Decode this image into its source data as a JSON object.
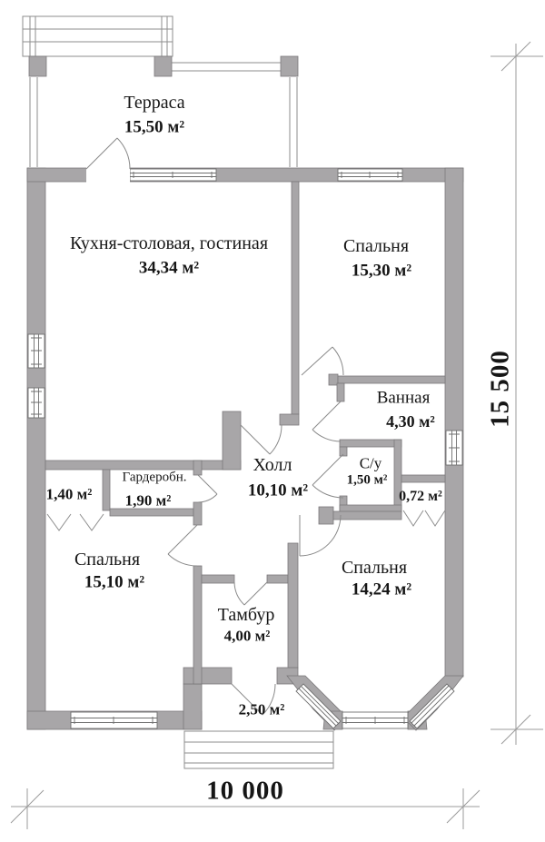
{
  "plan": {
    "rooms": [
      {
        "id": "terrace",
        "name": "Терраса",
        "area": "15,50 м²"
      },
      {
        "id": "kitchen-living",
        "name": "Кухня-столовая, гостиная",
        "area": "34,34 м²"
      },
      {
        "id": "bedroom-top",
        "name": "Спальня",
        "area": "15,30 м²"
      },
      {
        "id": "bathroom",
        "name": "Ванная",
        "area": "4,30 м²"
      },
      {
        "id": "wc",
        "name": "С/у",
        "area": "1,50 м²"
      },
      {
        "id": "niche",
        "name": "",
        "area": "0,72 м²"
      },
      {
        "id": "hall",
        "name": "Холл",
        "area": "10,10 м²"
      },
      {
        "id": "wardrobe",
        "name": "Гардеробн.",
        "area": "1,90 м²"
      },
      {
        "id": "closet",
        "name": "",
        "area": "1,40 м²"
      },
      {
        "id": "bedroom-left",
        "name": "Спальня",
        "area": "15,10 м²"
      },
      {
        "id": "tambour",
        "name": "Тамбур",
        "area": "4,00 м²"
      },
      {
        "id": "bedroom-right",
        "name": "Спальня",
        "area": "14,24 м²"
      },
      {
        "id": "porch",
        "name": "",
        "area": "2,50 м²"
      }
    ],
    "dimensions": {
      "width": "10 000",
      "height": "15 500"
    },
    "colors": {
      "wall": "#a8a6a8",
      "wall_outline": "#7a787a",
      "drawing_line": "#8d8d8d",
      "text": "#161616",
      "background": "#ffffff"
    }
  }
}
